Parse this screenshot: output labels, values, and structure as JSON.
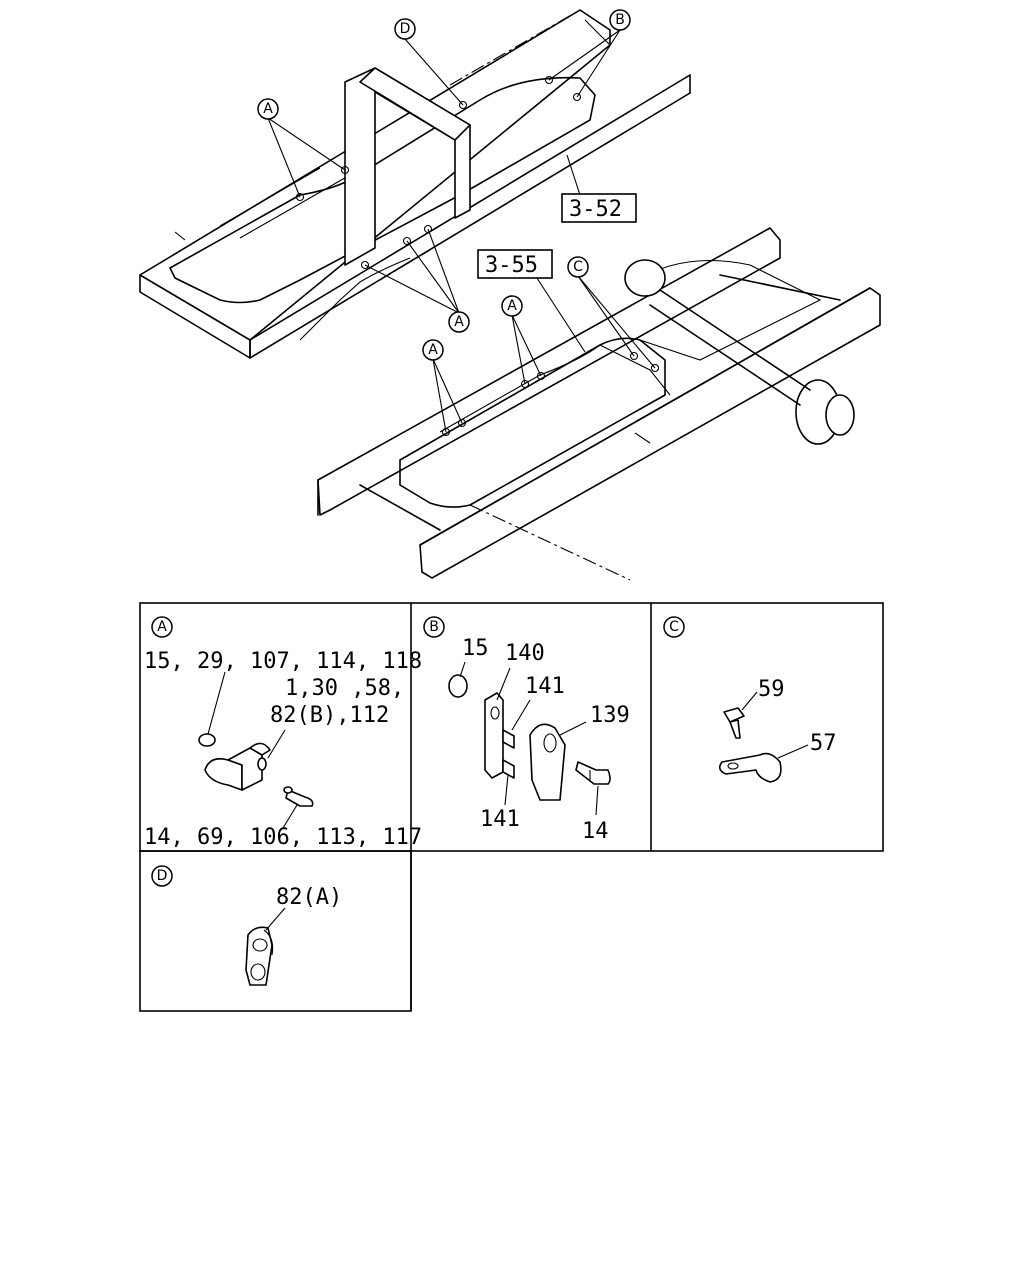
{
  "callouts": {
    "A": "A",
    "B": "B",
    "C": "C",
    "D": "D"
  },
  "refs": {
    "ref_352": "3-52",
    "ref_355": "3-55"
  },
  "panel_a": {
    "letter": "A",
    "label_top_1": "15, 29, 107, 114, 118",
    "label_top_2": "1,30 ,58,",
    "label_top_3": "82(B),112",
    "label_bottom": "14, 69, 106, 113, 117"
  },
  "panel_b": {
    "letter": "B",
    "label_15": "15",
    "label_140": "140",
    "label_141_top": "141",
    "label_139": "139",
    "label_141_bottom": "141",
    "label_14": "14"
  },
  "panel_c": {
    "letter": "C",
    "label_59": "59",
    "label_57": "57"
  },
  "panel_d": {
    "letter": "D",
    "label_82a": "82(A)"
  }
}
